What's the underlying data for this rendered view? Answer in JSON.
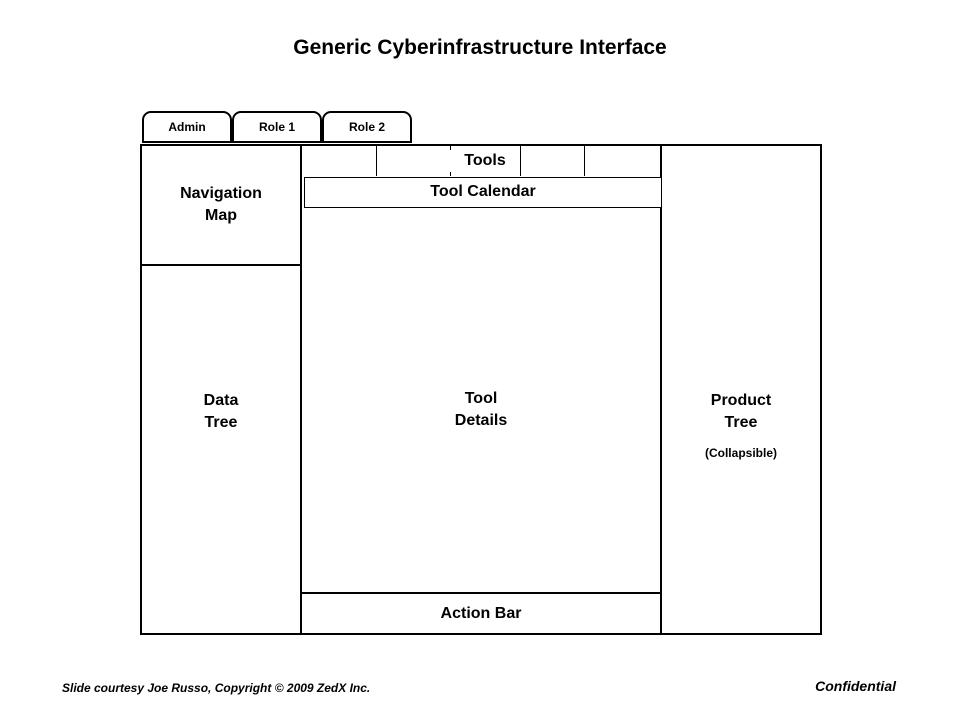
{
  "title": "Generic Cyberinfrastructure Interface",
  "tabs": [
    {
      "label": "Admin"
    },
    {
      "label": "Role 1"
    },
    {
      "label": "Role 2"
    }
  ],
  "panels": {
    "navigation_map": "Navigation\nMap",
    "data_tree": "Data\nTree",
    "tools": "Tools",
    "tool_calendar": "Tool Calendar",
    "tool_details": "Tool\nDetails",
    "action_bar": "Action Bar",
    "product_tree": "Product\nTree",
    "product_tree_note": "(Collapsible)"
  },
  "footer": {
    "credit": "Slide courtesy  Joe Russo,  Copyright © 2009 ZedX Inc.",
    "confidential": "Confidential"
  }
}
